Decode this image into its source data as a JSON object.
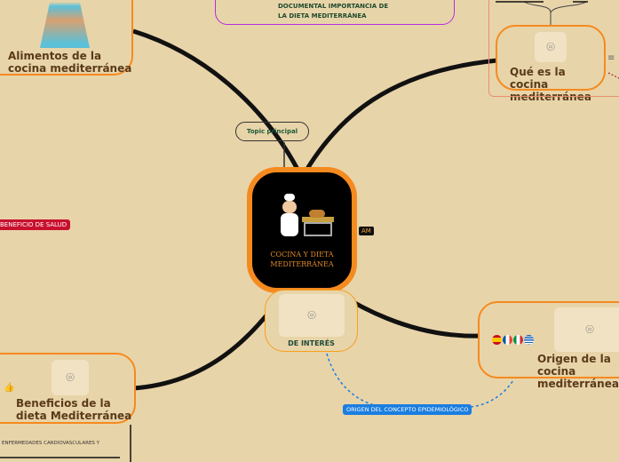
{
  "central": {
    "title": "COCINA Y DIETA MEDITERRÁNEA"
  },
  "topic_principal": "Topic principal",
  "am_label": "AM",
  "top_note": {
    "line1": "DOCUMENTAL IMPORTANCIA DE",
    "line2": "LA DIETA MEDITERRÁNEA"
  },
  "nodes": {
    "alimentos": "Alimentos de la cocina mediterránea",
    "que_es": "Qué es la cocina mediterránea",
    "origen": "Origen de la cocina mediterránea",
    "beneficios": "Beneficios de la dieta Mediterránea",
    "de_interes": "DE INTERÉS"
  },
  "tags": {
    "beneficio_salud": "BENEFICIO DE SALUD",
    "origen_concepto": "ORIGEN DEL CONCEPTO EPIDEMIOLÓGICO"
  },
  "enfermedades": "ENFERMEDADES CARDIOVASCULARES Y",
  "colors": {
    "accent": "#f58a1f",
    "background": "#e8d4a9",
    "tag_red": "#c8102e",
    "tag_blue": "#1a7ee0",
    "purple": "#b32ee0"
  }
}
